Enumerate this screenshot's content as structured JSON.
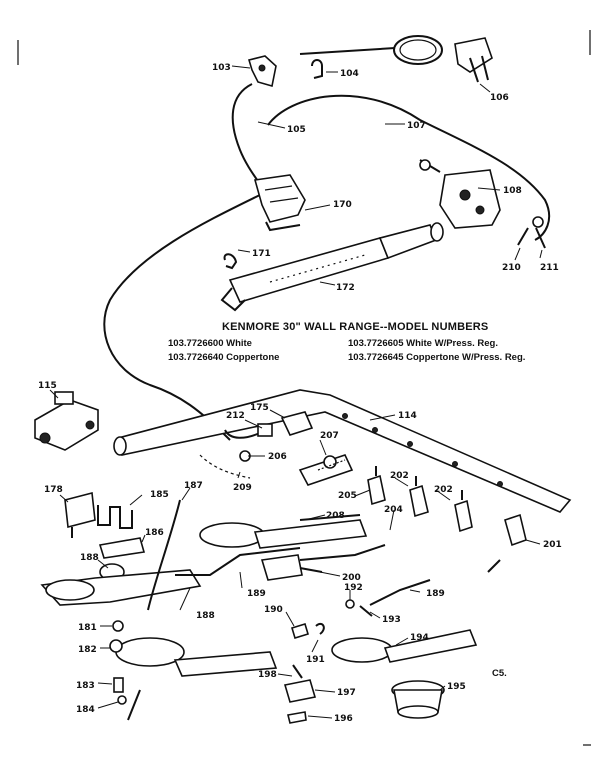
{
  "diagram": {
    "title": "KENMORE 30\" WALL RANGE--MODEL NUMBERS",
    "models": [
      "103.7726600 White",
      "103.7726640 Coppertone",
      "103.7726605 White W/Press. Reg.",
      "103.7726645 Coppertone W/Press. Reg."
    ],
    "corner_code": "C5.",
    "labels": {
      "p103": "103",
      "p104": "104",
      "p105": "105",
      "p106": "106",
      "p107": "107",
      "p108": "108",
      "p170": "170",
      "p171": "171",
      "p172": "172",
      "p210": "210",
      "p211": "211",
      "p114": "114",
      "p115": "115",
      "p212": "212",
      "p175": "175",
      "p207": "207",
      "p206": "206",
      "p209": "209",
      "p178": "178",
      "p185b": "185",
      "p187": "187",
      "p186": "186",
      "p188": "188",
      "p205": "205",
      "p202a": "202",
      "p202b": "202",
      "p204": "204",
      "p208": "208",
      "p201": "201",
      "p188b": "188",
      "p189": "189",
      "p200": "200",
      "p181": "181",
      "p182": "182",
      "p183": "183",
      "p184": "184",
      "p190": "190",
      "p191": "191",
      "p192": "192",
      "p193": "193",
      "p189b": "189",
      "p194": "194",
      "p198": "198",
      "p197": "197",
      "p196": "196",
      "p195": "195"
    }
  }
}
